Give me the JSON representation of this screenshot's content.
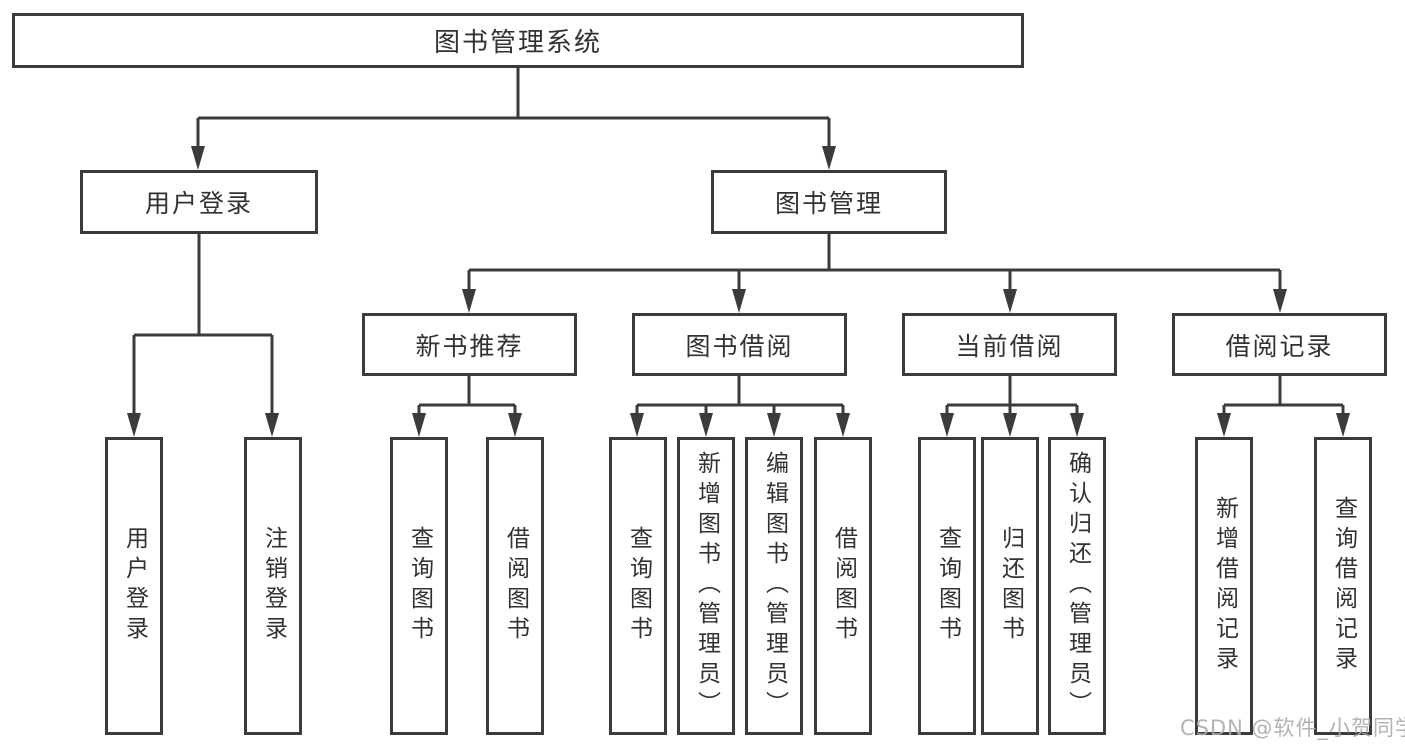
{
  "diagram": {
    "root": {
      "label": "图书管理系统",
      "children": [
        {
          "label": "用户登录",
          "children": [
            {
              "label": "用户登录"
            },
            {
              "label": "注销登录"
            }
          ]
        },
        {
          "label": "图书管理",
          "children": [
            {
              "label": "新书推荐",
              "children": [
                {
                  "label": "查询图书"
                },
                {
                  "label": "借阅图书"
                }
              ]
            },
            {
              "label": "图书借阅",
              "children": [
                {
                  "label": "查询图书"
                },
                {
                  "label": "新增图书（管理员）"
                },
                {
                  "label": "编辑图书（管理员）"
                },
                {
                  "label": "借阅图书"
                }
              ]
            },
            {
              "label": "当前借阅",
              "children": [
                {
                  "label": "查询图书"
                },
                {
                  "label": "归还图书"
                },
                {
                  "label": "确认归还（管理员）"
                }
              ]
            },
            {
              "label": "借阅记录",
              "children": [
                {
                  "label": "新增借阅记录"
                },
                {
                  "label": "查询借阅记录"
                }
              ]
            }
          ]
        }
      ]
    }
  },
  "watermark": {
    "text": "CSDN @软件_小贺同学"
  },
  "colors": {
    "line": "#3b3b3b",
    "background": "#ffffff",
    "watermark": "#ababab"
  }
}
